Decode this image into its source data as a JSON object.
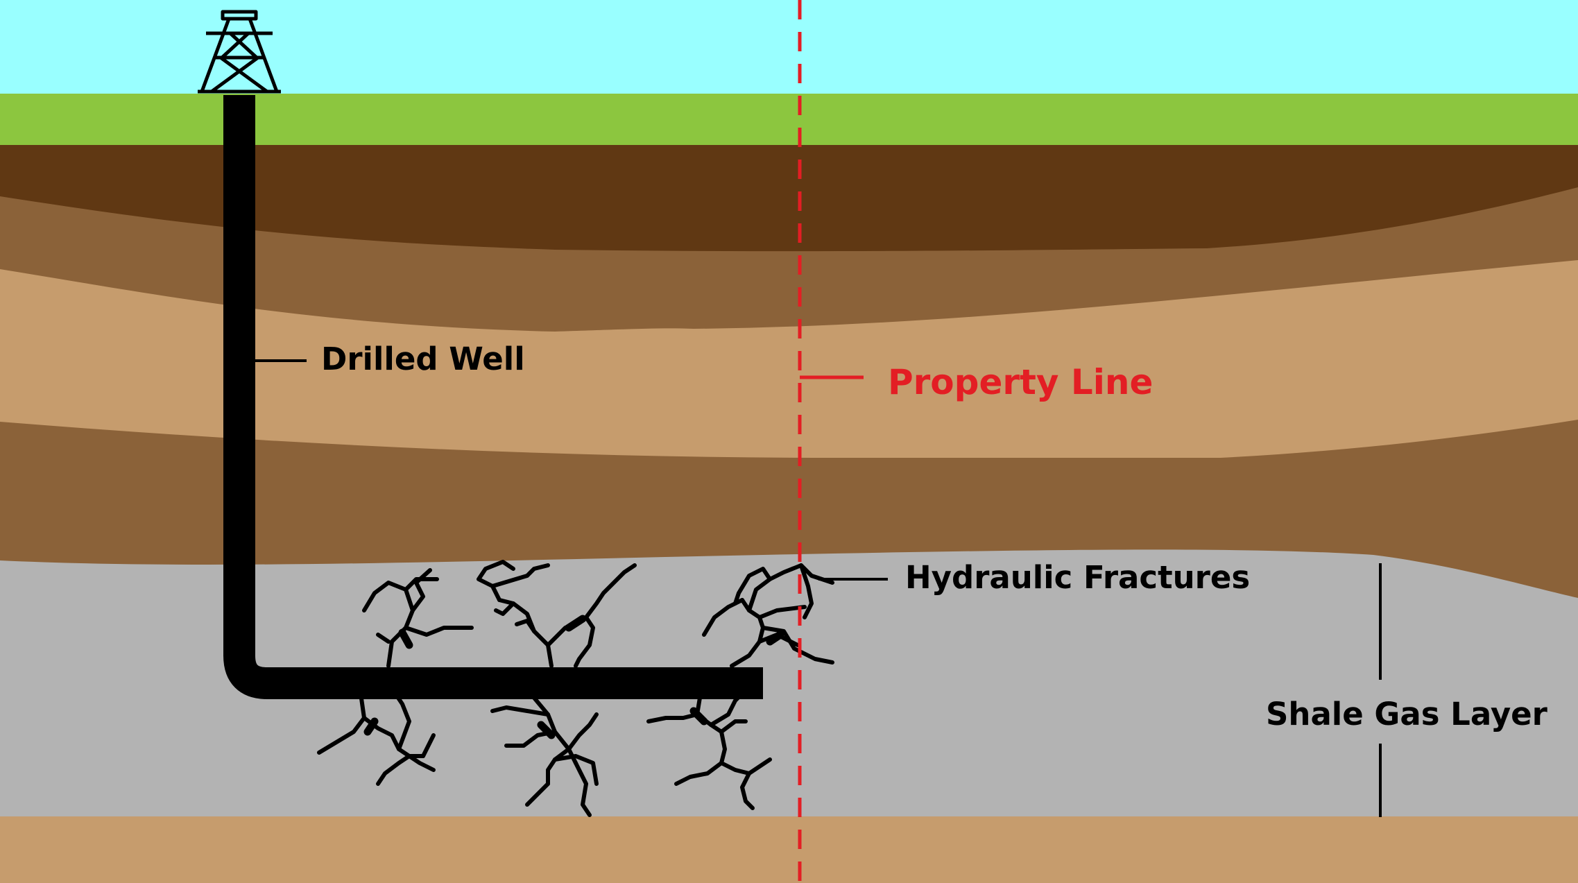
{
  "labels": {
    "drilled_well": "Drilled Well",
    "property_line": "Property Line",
    "hydraulic_fractures": "Hydraulic Fractures",
    "shale_gas_layer": "Shale Gas Layer"
  },
  "colors": {
    "sky": "#99FFFF",
    "grass": "#8CC63F",
    "topsoil": "#603813",
    "soil_medium": "#8B6239",
    "sand": "#C69C6D",
    "shale": "#B3B3B3",
    "bedrock": "#C69C6D",
    "well": "#000000",
    "property_line": "#E31E24",
    "text": "#000000"
  },
  "icons": {
    "rig": "drilling-rig-icon"
  }
}
